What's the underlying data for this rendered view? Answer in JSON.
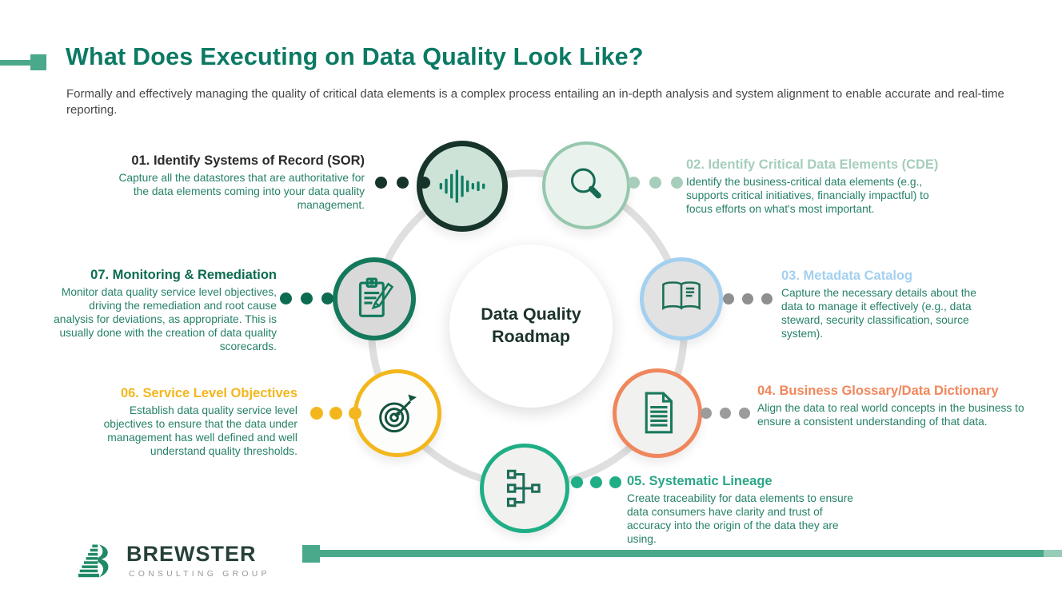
{
  "header": {
    "title": "What Does Executing on Data Quality Look Like?",
    "subtitle": "Formally and effectively managing the quality of critical data elements is a complex process entailing an in-depth analysis and system alignment to enable accurate and real-time reporting."
  },
  "center": {
    "label": "Data Quality Roadmap"
  },
  "steps": [
    {
      "id": "01",
      "title": "01. Identify Systems of Record (SOR)",
      "body": "Capture all the datastores that are authoritative for the data elements coming into your data quality management.",
      "icon": "waveform-icon",
      "heading_color": "#2a2a2a",
      "dot_color": "#17342a",
      "circle_fill": "#cde3d8",
      "circle_border": "#17342a",
      "icon_color": "#0e7c63"
    },
    {
      "id": "02",
      "title": "02. Identify Critical Data Elements (CDE)",
      "body": "Identify the business-critical data elements (e.g., supports critical initiatives, financially impactful) to focus efforts on what's most important.",
      "icon": "magnifier-icon",
      "heading_color": "#a6cebb",
      "dot_color": "#a6cebb",
      "circle_fill": "#e9f2ec",
      "circle_border": "#95c7ad",
      "icon_color": "#166a54"
    },
    {
      "id": "03",
      "title": "03. Metadata Catalog",
      "body": "Capture the necessary details about the data to manage it effectively (e.g., data steward, security classification, source system).",
      "icon": "open-book-icon",
      "heading_color": "#a4d0f0",
      "dot_color": "#8f8f8f",
      "circle_fill": "#e2e2e2",
      "circle_border": "#a4d0f0",
      "icon_color": "#1c6f57"
    },
    {
      "id": "04",
      "title": "04. Business Glossary/Data Dictionary",
      "body": "Align the data to real world concepts in the business to ensure a consistent understanding of that data.",
      "icon": "document-icon",
      "heading_color": "#f0875c",
      "dot_color": "#9b9b9b",
      "circle_fill": "#f1f1ef",
      "circle_border": "#f0875c",
      "icon_color": "#1b7a5e"
    },
    {
      "id": "05",
      "title": "05. Systematic Lineage",
      "body": "Create traceability for data elements to ensure data consumers have clarity and trust of accuracy into the origin of the data they are using.",
      "icon": "lineage-hierarchy-icon",
      "heading_color": "#2ba687",
      "dot_color": "#1fae85",
      "circle_fill": "#f1f1ef",
      "circle_border": "#1fae85",
      "icon_color": "#1c6d57"
    },
    {
      "id": "06",
      "title": "06. Service Level Objectives",
      "body": "Establish data quality service level objectives to ensure that the data under management has well defined and well understand quality thresholds.",
      "icon": "target-icon",
      "heading_color": "#f3b71d",
      "dot_color": "#f3b71d",
      "circle_fill": "#fdfdfc",
      "circle_border": "#f3b71d",
      "icon_color": "#14543f"
    },
    {
      "id": "07",
      "title": "07. Monitoring & Remediation",
      "body": "Monitor data quality service level objectives, driving the remediation and root cause analysis for deviations, as appropriate. This is usually done with the creation of data quality scorecards.",
      "icon": "clipboard-pencil-icon",
      "heading_color": "#0c6b51",
      "dot_color": "#0c6b51",
      "circle_fill": "#d9d9d9",
      "circle_border": "#14795c",
      "icon_color": "#127a5c"
    }
  ],
  "footer": {
    "logo_text": "BREWSTER",
    "logo_tagline": "CONSULTING GROUP",
    "logo_color": "#1f8a66",
    "logo_text_color": "#27413a",
    "logo_tagline_color": "#999999"
  },
  "colors": {
    "title": "#0b7a64",
    "body_text": "#268169",
    "accent_bar": "#4aa88b",
    "ring": "#dfdfdf"
  }
}
